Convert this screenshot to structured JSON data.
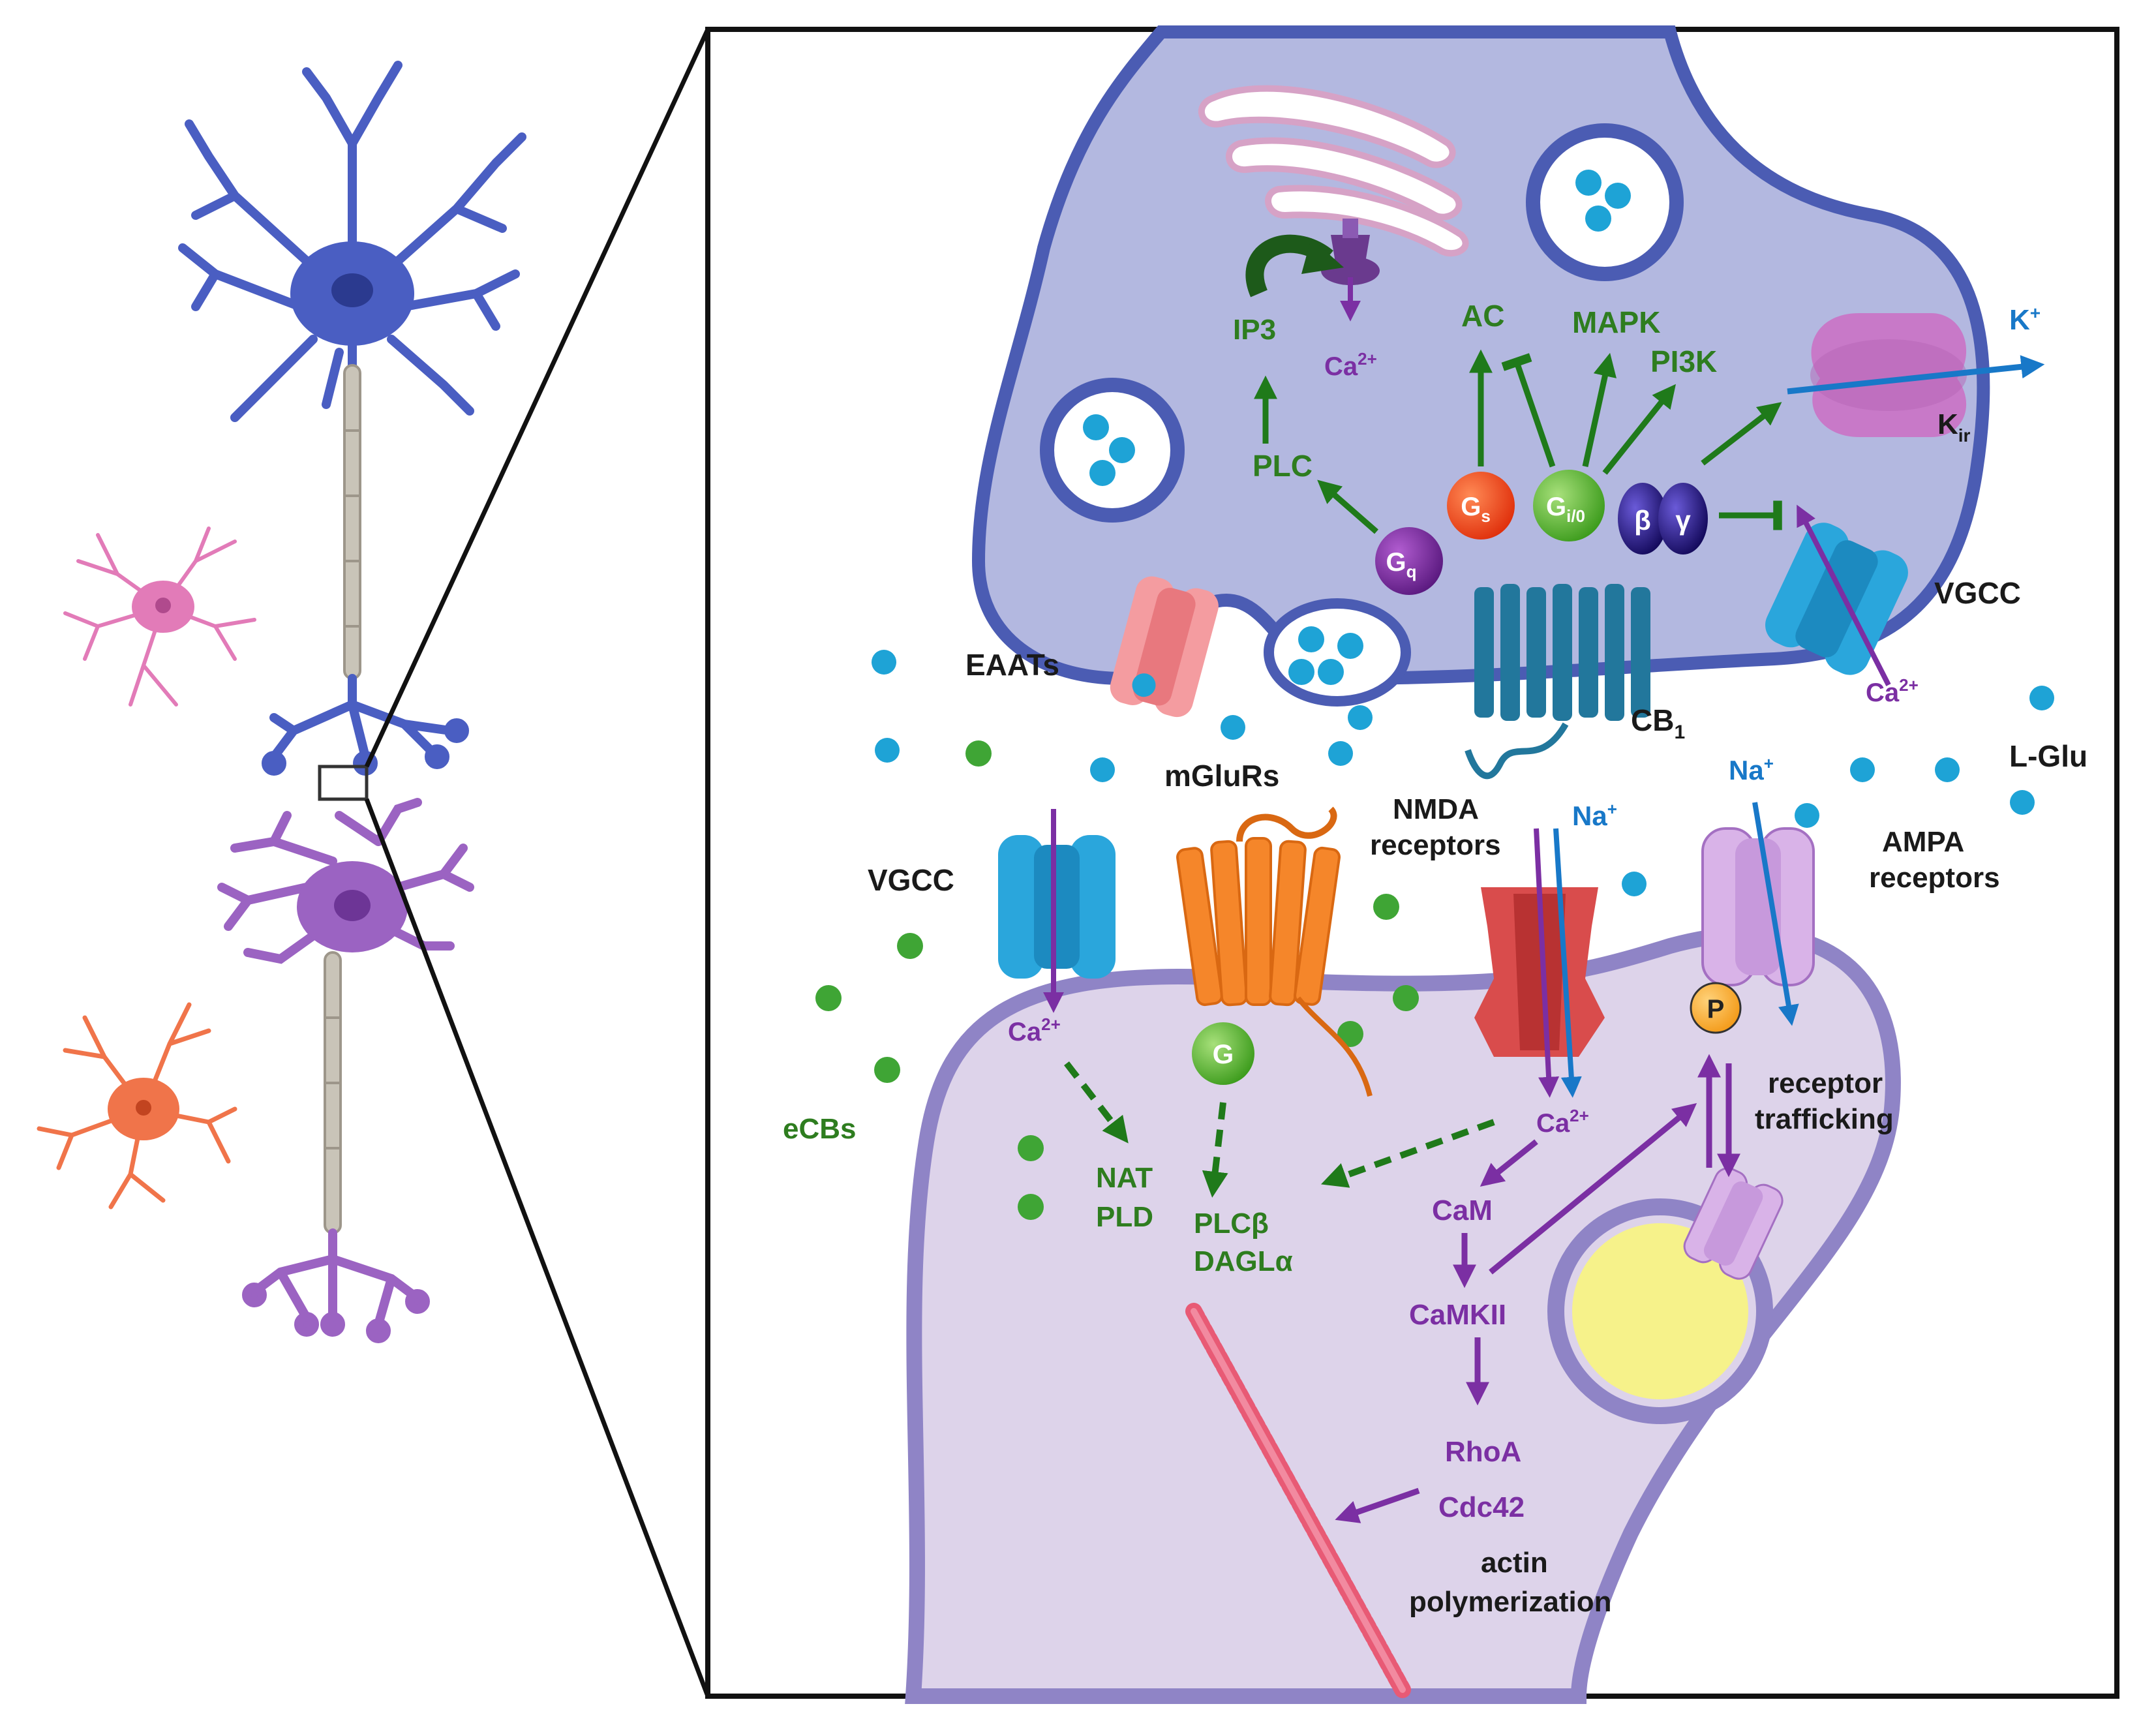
{
  "colors": {
    "presynaptic_fill": "#b3b8e0",
    "presynaptic_edge": "#4b5cb3",
    "postsynaptic_fill": "#ddd3ea",
    "postsynaptic_edge": "#8f84c6",
    "glutamate": "#1ea3d6",
    "ecb": "#3fa535",
    "green_path": "#1f7a1a",
    "purple_path": "#7b2fa3",
    "blue_flux": "#1878c8"
  },
  "pre": {
    "ip3": "IP3",
    "ca": "Ca",
    "ca_sup": "2+",
    "ac": "AC",
    "mapk": "MAPK",
    "pi3k": "PI3K",
    "plc": "PLC",
    "k": "K",
    "k_sup": "+",
    "kir": "K",
    "kir_sub": "ir",
    "gs": "G",
    "gs_sub": "s",
    "gi": "G",
    "gi_sub": "i/0",
    "gq": "G",
    "gq_sub": "q",
    "beta": "β",
    "gamma": "γ",
    "vgcc": "VGCC",
    "ca2": "Ca",
    "ca2_sup": "2+",
    "cb1": "CB",
    "cb1_sub": "1",
    "eaats": "EAATs"
  },
  "cleft": {
    "lglu": "L-Glu",
    "mglurs": "mGluRs",
    "nmda_1": "NMDA",
    "nmda_2": "receptors",
    "na1": "Na",
    "na1_sup": "+",
    "na2": "Na",
    "na2_sup": "+",
    "ampa_1": "AMPA",
    "ampa_2": "receptors",
    "vgcc": "VGCC",
    "ecbs": "eCBs"
  },
  "post": {
    "ca_vgcc": "Ca",
    "ca_vgcc_sup": "2+",
    "g": "G",
    "nat": "NAT",
    "pld": "PLD",
    "plcb": "PLCβ",
    "dagla": "DAGLα",
    "ca_nmda": "Ca",
    "ca_nmda_sup": "2+",
    "cam": "CaM",
    "camkii": "CaMKII",
    "rhoa": "RhoA",
    "cdc42": "Cdc42",
    "actin_1": "actin",
    "actin_2": "polymerization",
    "p": "P",
    "traf_1": "receptor",
    "traf_2": "trafficking"
  }
}
